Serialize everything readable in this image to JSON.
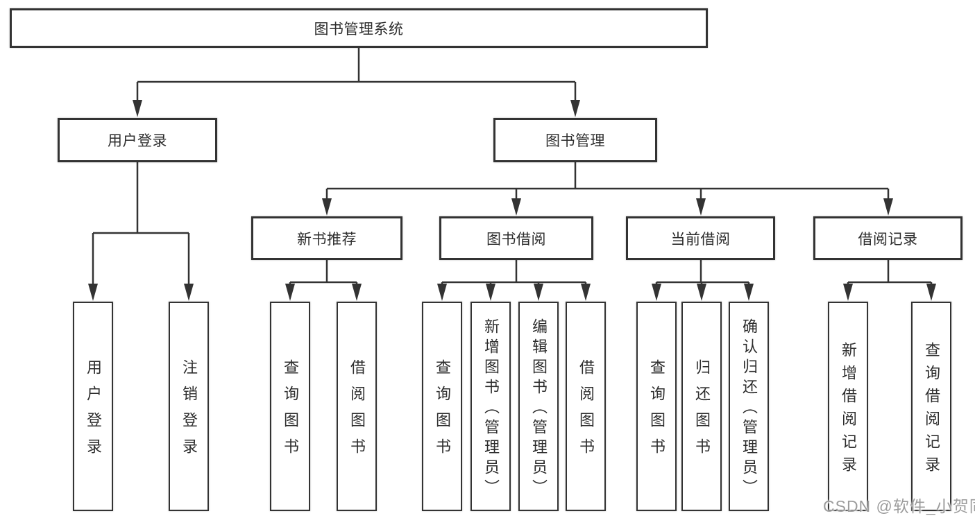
{
  "diagram_title": "图书管理系统",
  "tree": {
    "label": "图书管理系统",
    "children": [
      {
        "label": "用户登录",
        "children": [
          {
            "label": "用户登录"
          },
          {
            "label": "注销登录"
          }
        ]
      },
      {
        "label": "图书管理",
        "children": [
          {
            "label": "新书推荐",
            "children": [
              {
                "label": "查询图书"
              },
              {
                "label": "借阅图书"
              }
            ]
          },
          {
            "label": "图书借阅",
            "children": [
              {
                "label": "查询图书"
              },
              {
                "label": "新增图书（管理员）"
              },
              {
                "label": "编辑图书（管理员）"
              },
              {
                "label": "借阅图书"
              }
            ]
          },
          {
            "label": "当前借阅",
            "children": [
              {
                "label": "查询图书"
              },
              {
                "label": "归还图书"
              },
              {
                "label": "确认归还（管理员）"
              }
            ]
          },
          {
            "label": "借阅记录",
            "children": [
              {
                "label": "新增借阅记录"
              },
              {
                "label": "查询借阅记录"
              }
            ]
          }
        ]
      }
    ]
  },
  "watermark": {
    "text": "CSDN @软件_小贺同学",
    "color": "#9c9c9c"
  },
  "colors": {
    "line": "#333333",
    "box_border": "#333333",
    "text": "#2d2d2d",
    "background": "#ffffff"
  }
}
